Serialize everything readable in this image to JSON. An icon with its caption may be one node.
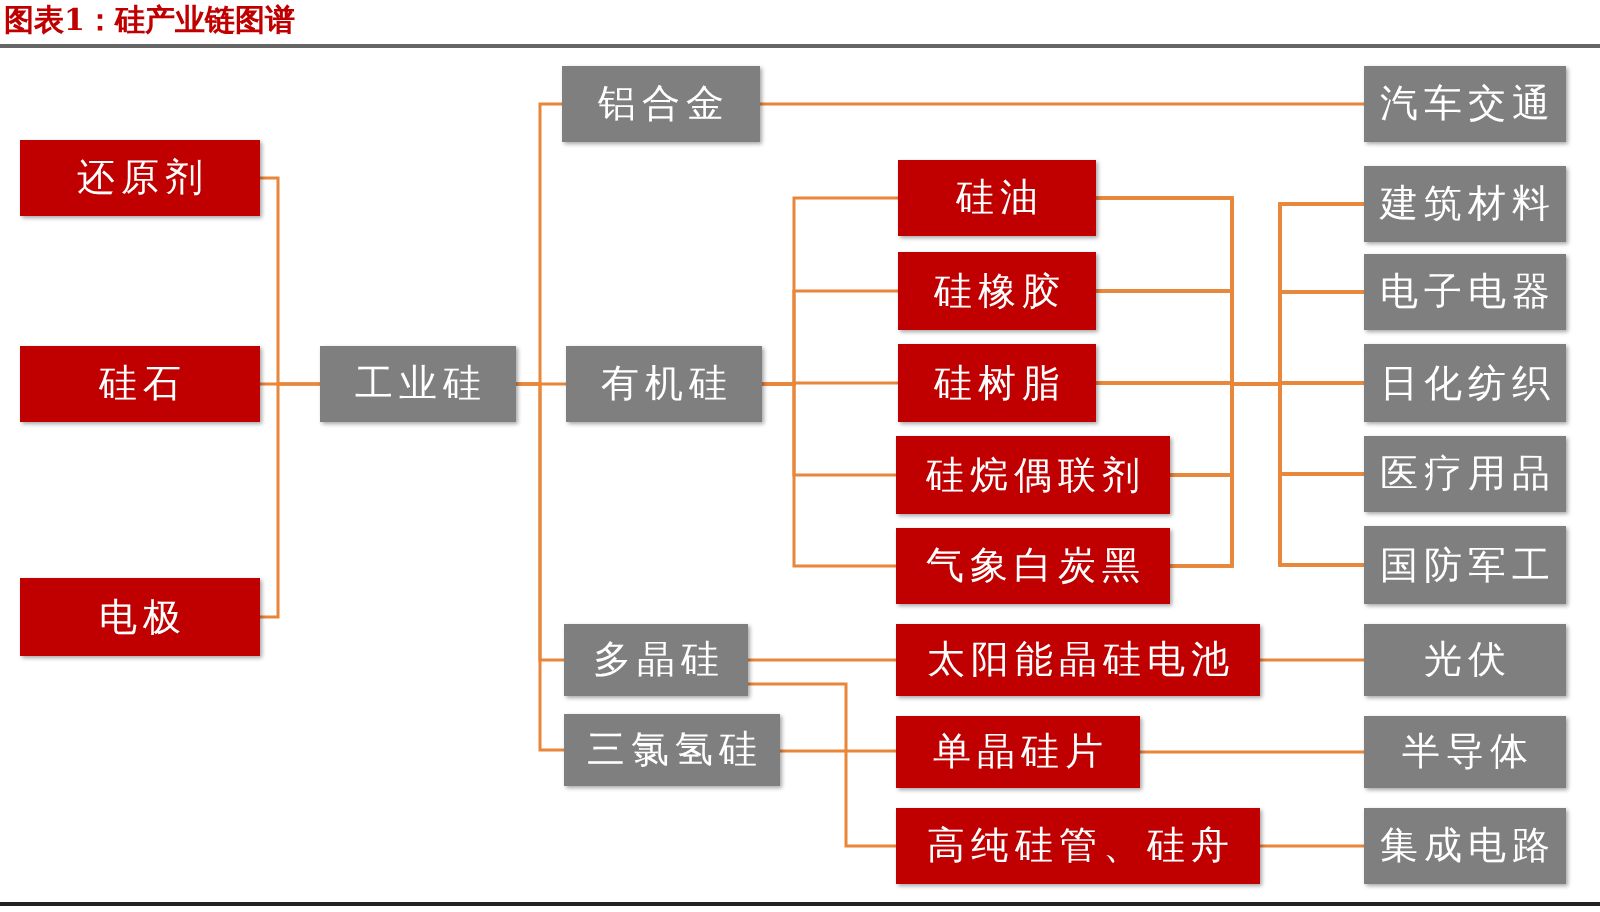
{
  "diagram": {
    "title": "图表1：硅产业链图谱",
    "nodes": [
      {
        "text": [
          "还原剂"
        ]
      },
      {
        "text": [
          "硅石"
        ]
      },
      {
        "text": [
          "电极"
        ]
      },
      {
        "text": [
          "工业硅"
        ]
      },
      {
        "text": [
          "铝合金"
        ]
      },
      {
        "text": [
          "有机硅"
        ]
      },
      {
        "text": [
          "多晶硅"
        ]
      },
      {
        "text": [
          "三氯氢硅"
        ]
      },
      {
        "text": [
          "硅油"
        ]
      },
      {
        "text": [
          "硅橡胶"
        ]
      },
      {
        "text": [
          "硅树脂"
        ]
      },
      {
        "text": [
          "硅烷偶联剂"
        ]
      },
      {
        "text": [
          "气象白炭黑"
        ]
      },
      {
        "text": [
          "太阳能晶硅电池"
        ]
      },
      {
        "text": [
          "单晶硅片"
        ]
      },
      {
        "text": [
          "高纯硅管、硅舟"
        ]
      },
      {
        "text": [
          "汽车交通"
        ]
      },
      {
        "text": [
          "建筑材料"
        ]
      },
      {
        "text": [
          "电子电器"
        ]
      },
      {
        "text": [
          "日化纺织"
        ]
      },
      {
        "text": [
          "医疗用品"
        ]
      },
      {
        "text": [
          "国防军工"
        ]
      },
      {
        "text": [
          "光伏"
        ]
      },
      {
        "text": [
          "半导体"
        ]
      },
      {
        "text": [
          "集成电路"
        ]
      }
    ],
    "edges": [
      {
        "from": 0,
        "to": 3,
        "arrow": "none"
      },
      {
        "from": 1,
        "to": 3,
        "arrow": "none"
      },
      {
        "from": 2,
        "to": 3,
        "arrow": "none"
      },
      {
        "from": 3,
        "to": 4,
        "arrow": "none"
      },
      {
        "from": 3,
        "to": 5,
        "arrow": "none"
      },
      {
        "from": 3,
        "to": 6,
        "arrow": "none"
      },
      {
        "from": 3,
        "to": 7,
        "arrow": "none"
      },
      {
        "from": 4,
        "to": 16,
        "arrow": "none"
      },
      {
        "from": 5,
        "to": 8,
        "arrow": "none"
      },
      {
        "from": 5,
        "to": 9,
        "arrow": "none"
      },
      {
        "from": 5,
        "to": 10,
        "arrow": "none"
      },
      {
        "from": 5,
        "to": 11,
        "arrow": "none"
      },
      {
        "from": 5,
        "to": 12,
        "arrow": "none"
      },
      {
        "from": 8,
        "to": 17,
        "arrow": "none"
      },
      {
        "from": 8,
        "to": 18,
        "arrow": "none"
      },
      {
        "from": 8,
        "to": 19,
        "arrow": "none"
      },
      {
        "from": 8,
        "to": 20,
        "arrow": "none"
      },
      {
        "from": 8,
        "to": 21,
        "arrow": "none"
      },
      {
        "from": 9,
        "to": 17,
        "arrow": "none"
      },
      {
        "from": 9,
        "to": 18,
        "arrow": "none"
      },
      {
        "from": 9,
        "to": 19,
        "arrow": "none"
      },
      {
        "from": 9,
        "to": 20,
        "arrow": "none"
      },
      {
        "from": 9,
        "to": 21,
        "arrow": "none"
      },
      {
        "from": 10,
        "to": 17,
        "arrow": "none"
      },
      {
        "from": 10,
        "to": 18,
        "arrow": "none"
      },
      {
        "from": 10,
        "to": 19,
        "arrow": "none"
      },
      {
        "from": 10,
        "to": 20,
        "arrow": "none"
      },
      {
        "from": 10,
        "to": 21,
        "arrow": "none"
      },
      {
        "from": 11,
        "to": 17,
        "arrow": "none"
      },
      {
        "from": 11,
        "to": 18,
        "arrow": "none"
      },
      {
        "from": 11,
        "to": 19,
        "arrow": "none"
      },
      {
        "from": 11,
        "to": 20,
        "arrow": "none"
      },
      {
        "from": 11,
        "to": 21,
        "arrow": "none"
      },
      {
        "from": 12,
        "to": 17,
        "arrow": "none"
      },
      {
        "from": 12,
        "to": 18,
        "arrow": "none"
      },
      {
        "from": 12,
        "to": 19,
        "arrow": "none"
      },
      {
        "from": 12,
        "to": 20,
        "arrow": "none"
      },
      {
        "from": 12,
        "to": 21,
        "arrow": "none"
      },
      {
        "from": 6,
        "to": 13,
        "arrow": "none"
      },
      {
        "from": 6,
        "to": 15,
        "arrow": "none"
      },
      {
        "from": 7,
        "to": 14,
        "arrow": "none"
      },
      {
        "from": 13,
        "to": 22,
        "arrow": "none"
      },
      {
        "from": 14,
        "to": 23,
        "arrow": "none"
      },
      {
        "from": 15,
        "to": 24,
        "arrow": "none"
      }
    ]
  }
}
